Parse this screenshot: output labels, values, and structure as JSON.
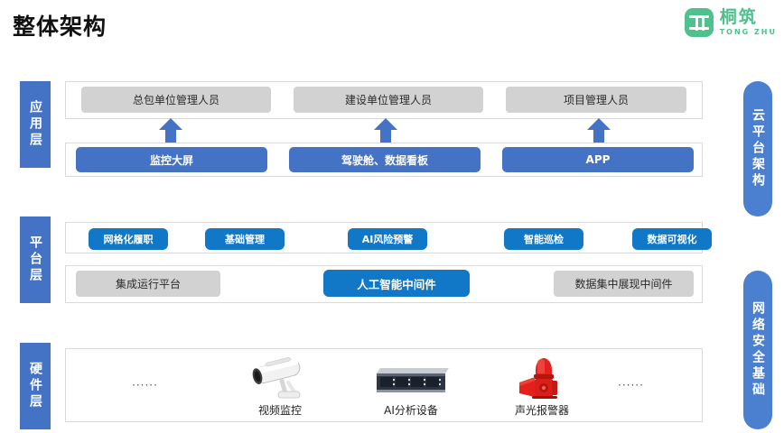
{
  "header": {
    "title": "整体架构",
    "brand_cn": "桐筑",
    "brand_en": "TONG ZHU",
    "brand_mark_icon": "tongzhu-logo-icon",
    "brand_color": "#4ec18d"
  },
  "colors": {
    "layer_tag_blue": "#4472c4",
    "side_pill_blue": "#4a80cf",
    "chip_blue": "#4472c4",
    "chip_bright_blue": "#1178c8",
    "chip_gray": "#d2d2d2",
    "panel_border": "#d9d9d9",
    "alarm_red": "#d7241f"
  },
  "left_rail": [
    {
      "label": "应用层"
    },
    {
      "label": "平台层"
    },
    {
      "label": "硬件层"
    }
  ],
  "right_rail": [
    {
      "label": "云平台架构"
    },
    {
      "label": "网络安全基础"
    }
  ],
  "application_layer": {
    "roles": [
      {
        "label": "总包单位管理人员"
      },
      {
        "label": "建设单位管理人员"
      },
      {
        "label": "项目管理人员"
      }
    ],
    "arrows": [
      {
        "icon": "arrow-up-icon"
      },
      {
        "icon": "arrow-up-icon"
      },
      {
        "icon": "arrow-up-icon"
      }
    ],
    "clients": [
      {
        "label": "监控大屏"
      },
      {
        "label": "驾驶舱、数据看板"
      },
      {
        "label": "APP"
      }
    ]
  },
  "platform_layer": {
    "capabilities": [
      {
        "label": "网格化履职"
      },
      {
        "label": "基础管理"
      },
      {
        "label": "AI风险预警"
      },
      {
        "label": "智能巡检"
      },
      {
        "label": "数据可视化"
      }
    ],
    "middleware": [
      {
        "label": "集成运行平台",
        "style": "gray"
      },
      {
        "label": "人工智能中间件",
        "style": "blue"
      },
      {
        "label": "数据集中展现中间件",
        "style": "gray"
      }
    ]
  },
  "hardware_layer": {
    "leading_dots": "······",
    "trailing_dots": "······",
    "devices": [
      {
        "label": "视频监控",
        "icon": "cctv-camera-icon"
      },
      {
        "label": "AI分析设备",
        "icon": "rack-server-icon"
      },
      {
        "label": "声光报警器",
        "icon": "sound-light-alarm-icon"
      }
    ]
  }
}
